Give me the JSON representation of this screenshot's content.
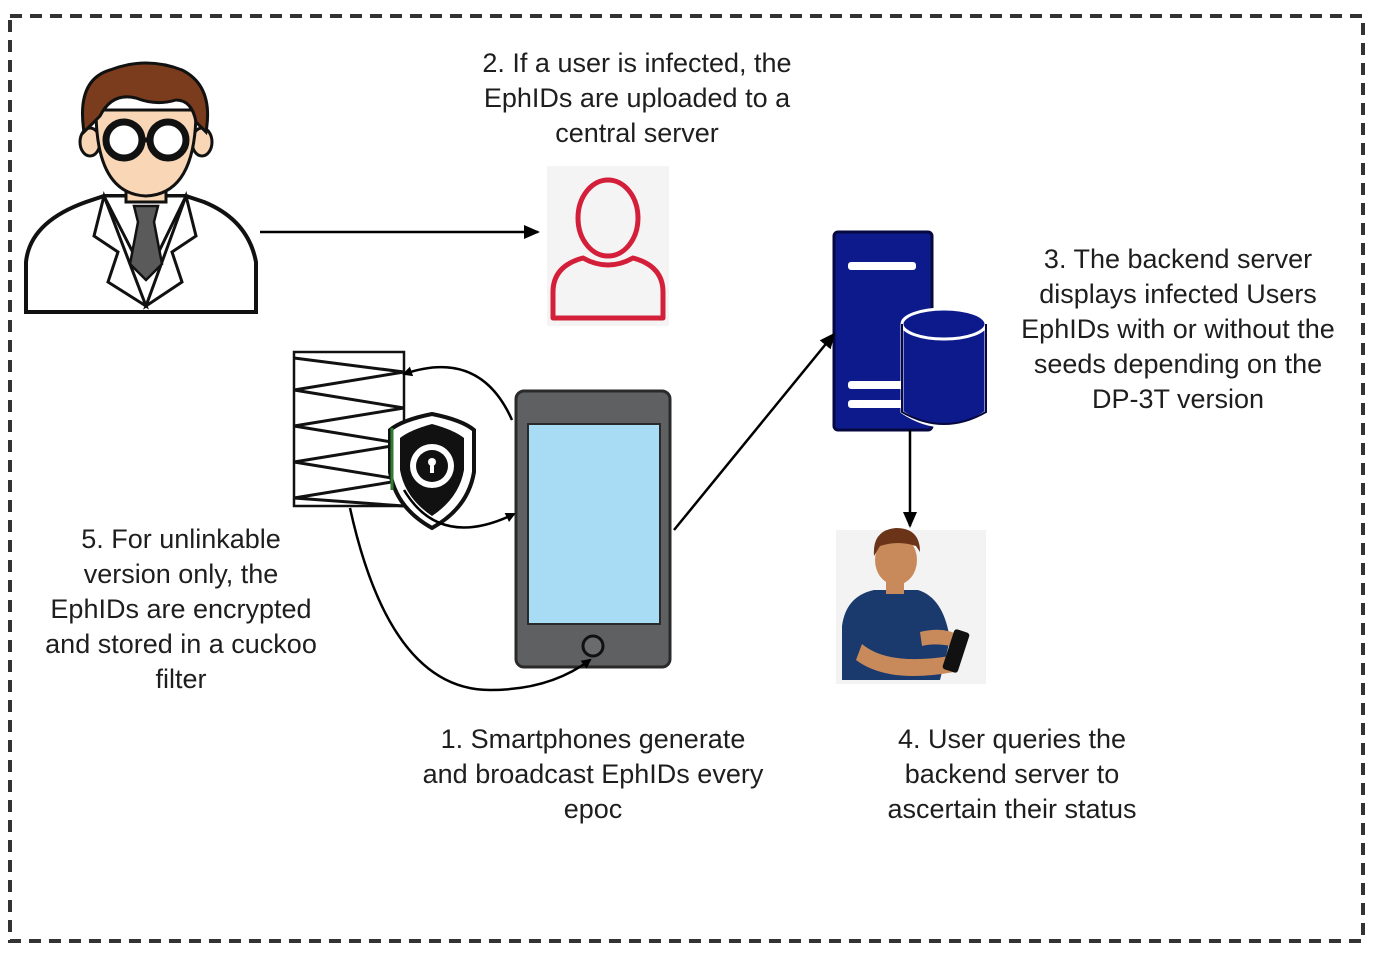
{
  "steps": {
    "step1": {
      "lines": [
        "1. Smartphones generate",
        "and broadcast EphIDs every",
        "epoc"
      ]
    },
    "step2": {
      "lines": [
        "2. If a user is infected, the",
        "EphIDs are uploaded to a",
        "central server"
      ]
    },
    "step3": {
      "lines": [
        "3. The backend server",
        "displays infected Users",
        "EphIDs with or without the",
        "seeds depending on the",
        "DP-3T version"
      ]
    },
    "step4": {
      "lines": [
        "4. User queries the",
        "backend server to",
        "ascertain their status"
      ]
    },
    "step5": {
      "lines": [
        "5. For unlinkable",
        "version only, the",
        "EphIDs are encrypted",
        "and stored in a cuckoo",
        "filter"
      ]
    }
  },
  "icons": {
    "health_worker": "doctor-icon",
    "infected_user": "user-outline-icon",
    "backend_server": "server-database-icon",
    "smartphone": "smartphone-icon",
    "cuckoo_filter": "filter-stack-icon",
    "encryption": "shield-lock-icon",
    "querying_user": "person-with-phone-icon"
  },
  "colors": {
    "frame": "#333333",
    "infected_user": "#d41f3a",
    "server": "#0d1a8c",
    "phone_screen": "#a8dcf4",
    "phone_body": "#5f6061",
    "arrow": "#000000"
  }
}
